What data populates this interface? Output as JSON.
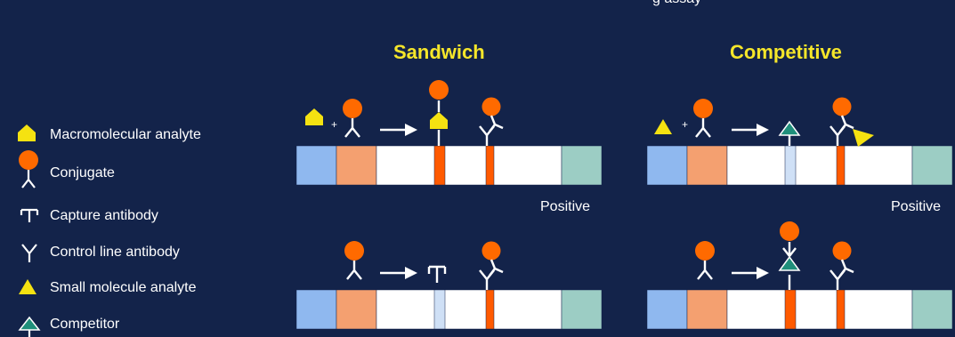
{
  "top_fragment": "g  assay",
  "panels": {
    "sandwich": {
      "title": "Sandwich",
      "positive_label": "Positive"
    },
    "competitive": {
      "title": "Competitive",
      "positive_label": "Positive"
    }
  },
  "legend": [
    {
      "icon": "macromolecular-analyte-icon",
      "label": "Macromolecular analyte"
    },
    {
      "icon": "conjugate-icon",
      "label": "Conjugate"
    },
    {
      "icon": "capture-antibody-icon",
      "label": "Capture antibody"
    },
    {
      "icon": "control-line-antibody-icon",
      "label": "Control line antibody"
    },
    {
      "icon": "small-molecule-analyte-icon",
      "label": "Small molecule analyte"
    },
    {
      "icon": "competitor-icon",
      "label": "Competitor"
    }
  ],
  "plus_sign": "+",
  "colors": {
    "background": "#13234a",
    "heading": "#f5e62a",
    "sample_pad": "#8fb8ef",
    "conjugate_pad": "#f4a070",
    "membrane": "#ffffff",
    "absorbent_pad": "#9ccdc4",
    "line_orange": "#ff5a00",
    "line_faint": "#cfe0f6",
    "macromolecular_analyte": "#f5e211",
    "small_molecule_analyte": "#f5e211",
    "competitor": "#1f8f7b",
    "conjugate": "#ff6a00"
  }
}
